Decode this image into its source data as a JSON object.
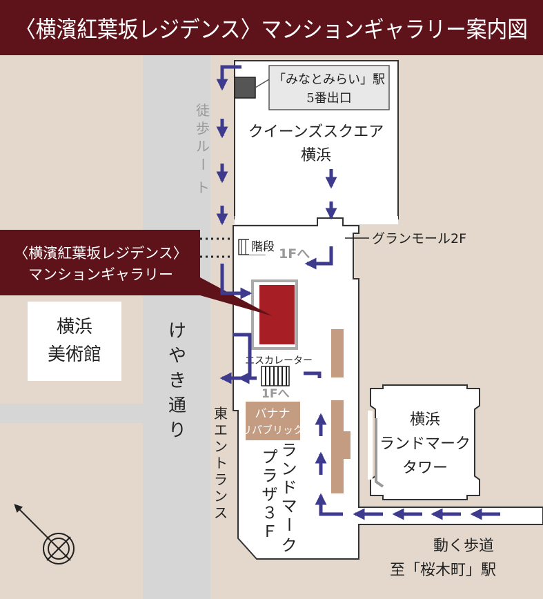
{
  "header": {
    "title": "〈横濱紅葉坂レジデンス〉マンションギャラリー案内図"
  },
  "colors": {
    "header_bg": "#5e1219",
    "map_bg": "#e3d8cb",
    "road": "#d7d6d7",
    "building": "#ffffff",
    "arrow": "#3e3a8e",
    "gallery_red": "#a71e24",
    "shop_tan": "#c49c82",
    "gray_label": "#999999"
  },
  "map": {
    "station_exit": [
      "「みなとみらい」駅",
      "5番出口"
    ],
    "queens_square": [
      "クイーンズスクエア",
      "横浜"
    ],
    "walking_route": [
      "徒",
      "歩",
      "ル",
      "ー",
      "ト"
    ],
    "gallery_callout": [
      "〈横濱紅葉坂レジデンス〉",
      "マンションギャラリー"
    ],
    "stairs_label": "階段",
    "to_1f_upper": "1Fへ",
    "gran_mall": "グランモール2F",
    "museum": [
      "横浜",
      "美術館"
    ],
    "keyaki_street": [
      "け",
      "や",
      "き",
      "通",
      "り"
    ],
    "escalator_label": "エスカレーター",
    "to_1f_lower": "1Fへ",
    "banana_republic": [
      "バナナ",
      "リパブリック"
    ],
    "east_entrance": [
      "東",
      "エ",
      "ン",
      "ト",
      "ラ",
      "ン",
      "ス"
    ],
    "landmark_plaza": [
      "ラ",
      "ン",
      "ド",
      "マ",
      "ー",
      "ク"
    ],
    "landmark_plaza_2": [
      "プ",
      "ラ",
      "ザ",
      "３",
      "Ｆ"
    ],
    "landmark_tower": [
      "横浜",
      "ランドマーク",
      "タワー"
    ],
    "moving_walkway": "動く歩道",
    "sakuragicho": "至「桜木町」駅"
  },
  "icons": [
    "compass-north-arrow-icon"
  ]
}
